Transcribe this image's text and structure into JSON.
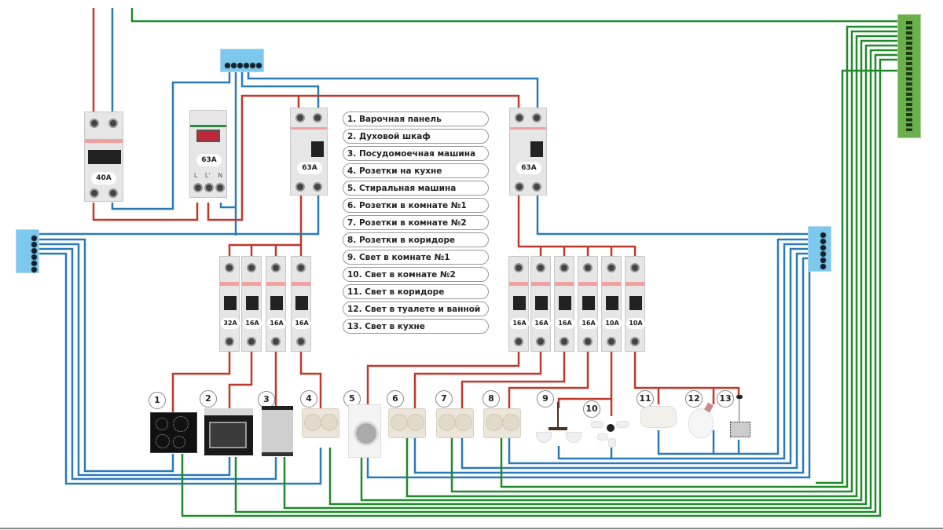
{
  "legend": {
    "items": [
      "1. Варочная панель",
      "2. Духовой шкаф",
      "3. Посудомоечная машина",
      "4. Розетки на кухне",
      "5. Стиральная машина",
      "6. Розетки в комнате №1",
      "7. Розетки в комнате №2",
      "8. Розетки в коридоре",
      "9. Свет в комнате №1",
      "10. Свет в комнате №2",
      "11. Свет в коридоре",
      "12. Свет в туалете и ванной",
      "13. Свет в кухне"
    ]
  },
  "devices": {
    "main_breaker": {
      "rating": "40A",
      "icon": "double-pole-breaker-icon"
    },
    "voltage_relay": {
      "rating": "63A",
      "terminals": [
        "L",
        "L'",
        "N"
      ],
      "icon": "voltage-relay-icon"
    },
    "rcd_left": {
      "rating": "63A",
      "icon": "rcd-icon"
    },
    "rcd_right": {
      "rating": "63A",
      "icon": "rcd-icon"
    },
    "left_breakers": [
      "32A",
      "16A",
      "16A",
      "16A"
    ],
    "right_breakers": [
      "16A",
      "16A",
      "16A",
      "16A",
      "10A",
      "10A"
    ]
  },
  "consumers": [
    {
      "num": "1",
      "icon": "cooktop-icon"
    },
    {
      "num": "2",
      "icon": "oven-icon"
    },
    {
      "num": "3",
      "icon": "dishwasher-icon"
    },
    {
      "num": "4",
      "icon": "socket-icon"
    },
    {
      "num": "5",
      "icon": "washing-machine-icon"
    },
    {
      "num": "6",
      "icon": "socket-icon"
    },
    {
      "num": "7",
      "icon": "socket-icon"
    },
    {
      "num": "8",
      "icon": "socket-icon"
    },
    {
      "num": "9",
      "icon": "chandelier-icon"
    },
    {
      "num": "10",
      "icon": "chandelier-icon"
    },
    {
      "num": "11",
      "icon": "ceiling-lamp-icon"
    },
    {
      "num": "12",
      "icon": "bulb-icon"
    },
    {
      "num": "13",
      "icon": "pendant-lamp-icon"
    }
  ],
  "colors": {
    "phase": "#c0392b",
    "neutral": "#2a7ab8",
    "ground": "#1f8a2a",
    "neutral_bus": "#7cc8ef",
    "ground_bus": "#6ab04c"
  }
}
